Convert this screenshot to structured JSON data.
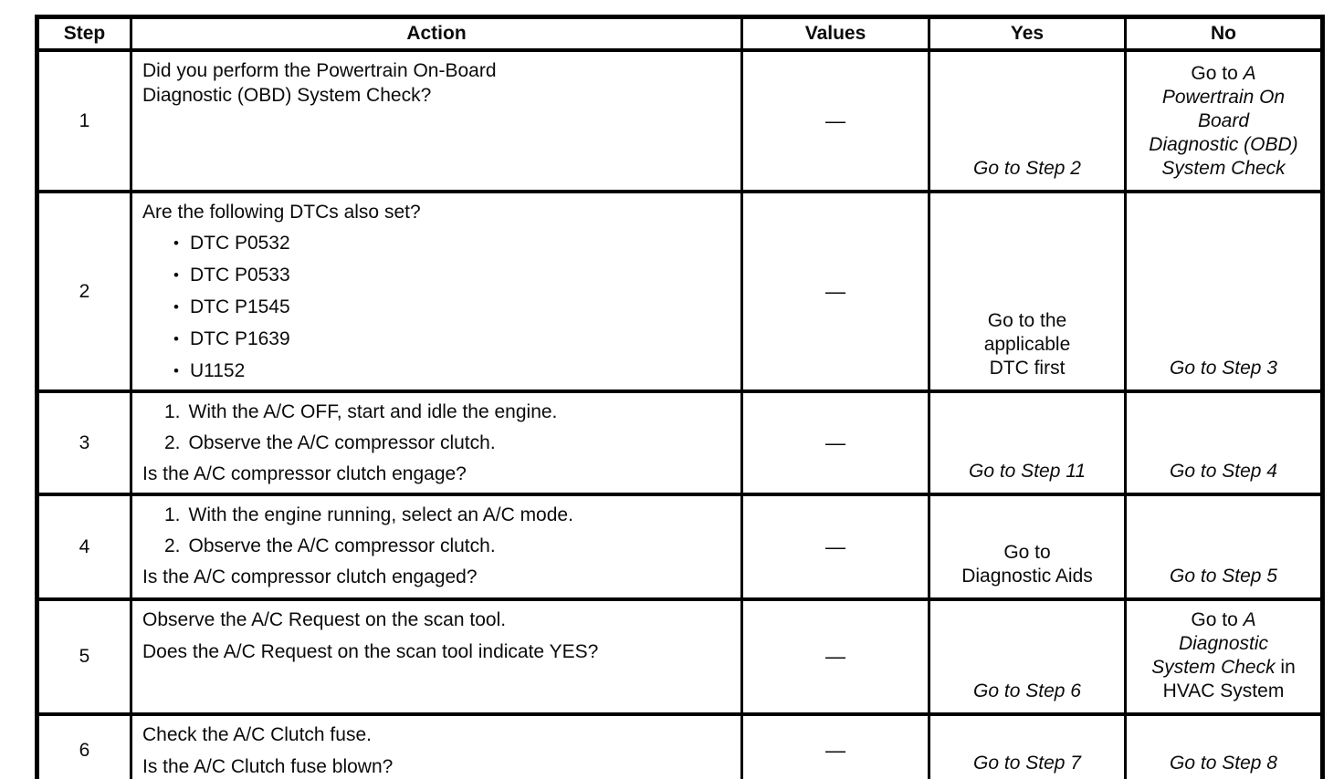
{
  "table": {
    "bullet_glyph": "•",
    "headers": {
      "step": "Step",
      "action": "Action",
      "values": "Values",
      "yes": "Yes",
      "no": "No"
    },
    "rows": [
      {
        "step": "1",
        "action": {
          "lines": [
            "Did you perform the Powertrain On-Board",
            "Diagnostic (OBD) System Check?"
          ]
        },
        "values": "—",
        "yes": {
          "lines": [
            "Go to Step 2"
          ]
        },
        "no": {
          "pre": "Go to ",
          "ref1": "A",
          "lines": [
            "Powertrain On",
            "Board",
            "Diagnostic (OBD)",
            "System Check"
          ]
        }
      },
      {
        "step": "2",
        "action": {
          "question": "Are the following DTCs also set?",
          "bullets": [
            "DTC P0532",
            "DTC P0533",
            "DTC P1545",
            "DTC P1639",
            "U1152"
          ]
        },
        "values": "—",
        "yes": {
          "lines": [
            "Go to the",
            "applicable",
            "DTC first"
          ]
        },
        "no": {
          "lines": [
            "Go to Step 3"
          ]
        }
      },
      {
        "step": "3",
        "action": {
          "items": [
            {
              "num": "1.",
              "text": "With the A/C OFF, start and idle the engine."
            },
            {
              "num": "2.",
              "text": "Observe the A/C compressor clutch."
            }
          ],
          "question": "Is the A/C compressor clutch engage?"
        },
        "values": "—",
        "yes": {
          "lines": [
            "Go to Step 11"
          ]
        },
        "no": {
          "lines": [
            "Go to Step 4"
          ]
        }
      },
      {
        "step": "4",
        "action": {
          "items": [
            {
              "num": "1.",
              "text": "With the engine running, select an A/C mode."
            },
            {
              "num": "2.",
              "text": "Observe the A/C compressor clutch."
            }
          ],
          "question": "Is the A/C compressor clutch engaged?"
        },
        "values": "—",
        "yes": {
          "lines": [
            "Go to",
            "Diagnostic Aids"
          ]
        },
        "no": {
          "lines": [
            "Go to Step 5"
          ]
        }
      },
      {
        "step": "5",
        "action": {
          "lines": [
            "Observe the A/C Request on the scan tool.",
            "Does the A/C Request on the scan tool indicate YES?"
          ]
        },
        "values": "—",
        "yes": {
          "lines": [
            "Go to Step 6"
          ]
        },
        "no": {
          "pre": "Go to ",
          "ref1": "A",
          "line2": "Diagnostic",
          "line3_ref": "System Check",
          "line3_post": " in",
          "line4": "HVAC System"
        }
      },
      {
        "step": "6",
        "action": {
          "lines": [
            "Check the A/C Clutch fuse.",
            "Is the A/C Clutch fuse blown?"
          ]
        },
        "values": "—",
        "yes": {
          "lines": [
            "Go to Step 7"
          ]
        },
        "no": {
          "lines": [
            "Go to Step 8"
          ]
        }
      }
    ]
  }
}
